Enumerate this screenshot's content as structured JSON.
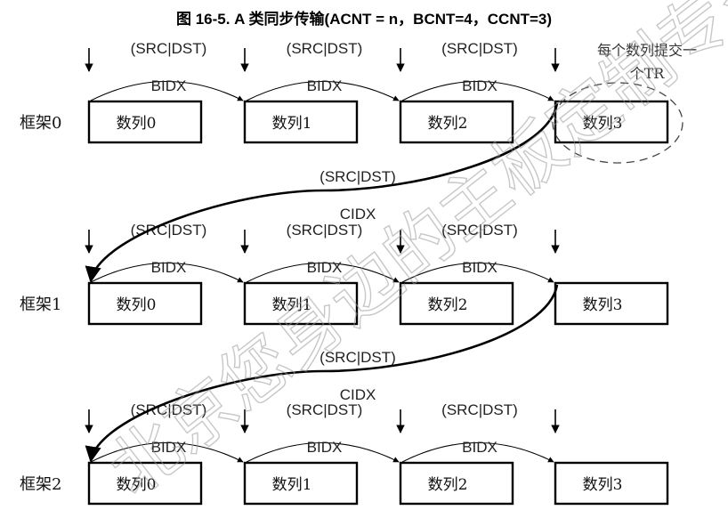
{
  "title": "图 16-5. A 类同步传输(ACNT = n，BCNT=4，CCNT=3)",
  "frames": [
    {
      "label": "框架0",
      "arrays": [
        "数列0",
        "数列1",
        "数列2",
        "数列3"
      ],
      "src_dst_labels": [
        "(SRC|DST)",
        "(SRC|DST)",
        "(SRC|DST)"
      ],
      "bidx_labels": [
        "BIDX",
        "BIDX",
        "BIDX"
      ]
    },
    {
      "label": "框架1",
      "arrays": [
        "数列0",
        "数列1",
        "数列2",
        "数列3"
      ],
      "src_dst_labels": [
        "(SRC|DST)",
        "(SRC|DST)",
        "(SRC|DST)"
      ],
      "bidx_labels": [
        "BIDX",
        "BIDX",
        "BIDX"
      ]
    },
    {
      "label": "框架2",
      "arrays": [
        "数列0",
        "数列1",
        "数列2",
        "数列3"
      ],
      "src_dst_labels": [
        "(SRC|DST)",
        "(SRC|DST)",
        "(SRC|DST)"
      ],
      "bidx_labels": [
        "BIDX",
        "BIDX",
        "BIDX"
      ]
    }
  ],
  "frame_links": [
    {
      "src_dst_label": "(SRC|DST)",
      "cidx_label": "CIDX"
    },
    {
      "src_dst_label": "(SRC|DST)",
      "cidx_label": "CIDX"
    }
  ],
  "note": [
    "每个数列提交一",
    "个TR"
  ],
  "watermark": "北京您身边的主板定制专家"
}
